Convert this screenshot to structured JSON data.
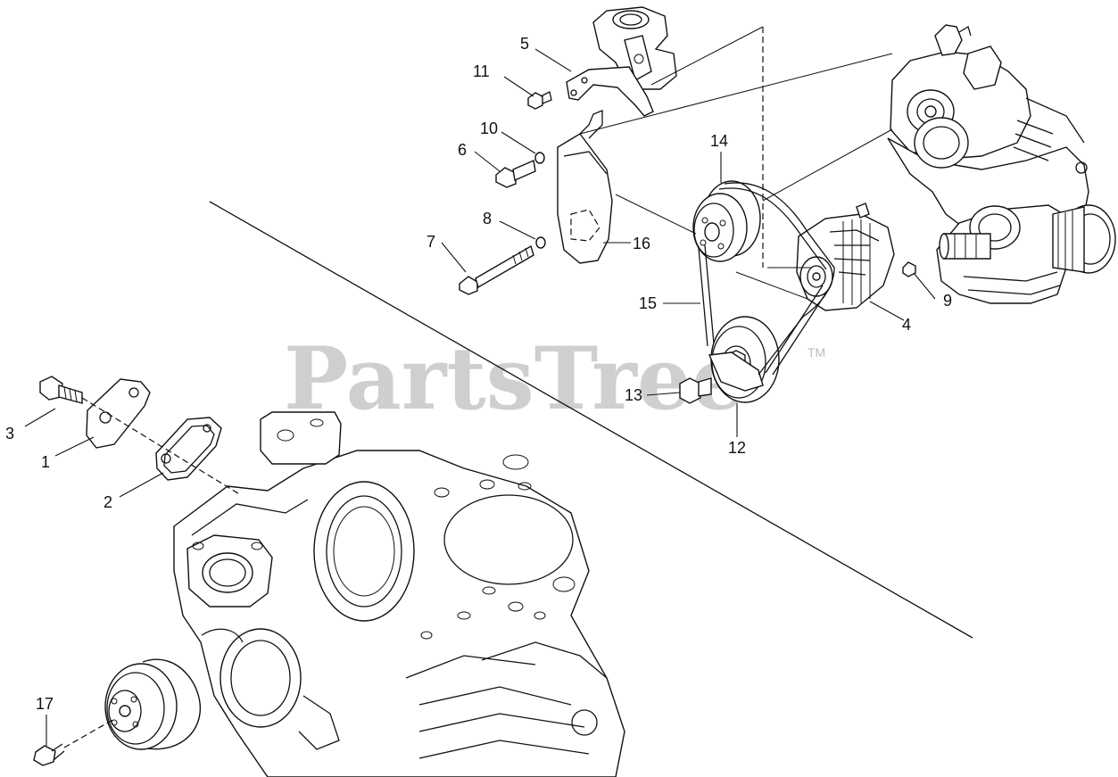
{
  "watermark": {
    "text": "PartsTree",
    "mark": "TM"
  },
  "callouts": {
    "c1": "1",
    "c2": "2",
    "c3": "3",
    "c4": "4",
    "c5": "5",
    "c6": "6",
    "c7": "7",
    "c8": "8",
    "c9": "9",
    "c10": "10",
    "c11": "11",
    "c12": "12",
    "c13": "13",
    "c14": "14",
    "c15": "15",
    "c16": "16",
    "c17": "17"
  }
}
